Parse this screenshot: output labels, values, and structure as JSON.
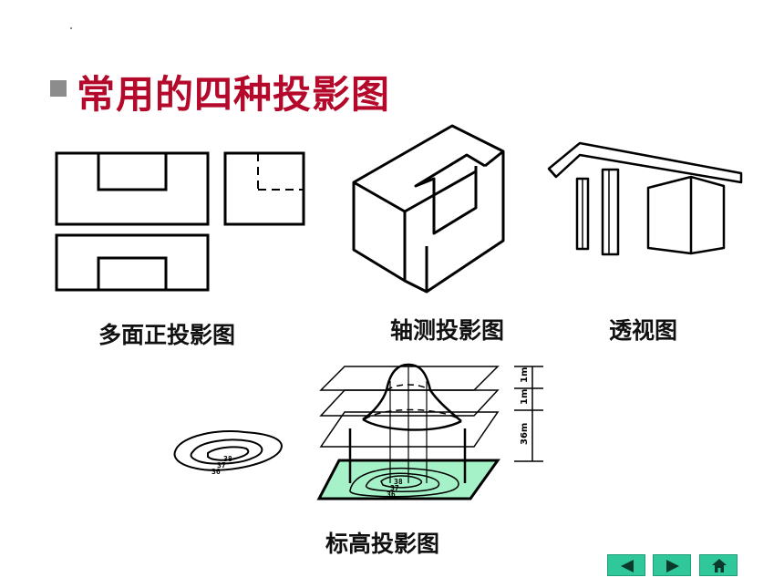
{
  "slide": {
    "title": "常用的四种投影图",
    "captions": {
      "orthographic": "多面正投影图",
      "axonometric": "轴测投影图",
      "perspective": "透视图",
      "elevation": "标高投影图"
    },
    "elevation_labels": {
      "contour_high": "38",
      "contour_mid": "37",
      "contour_low": "36",
      "dim_top": "1m",
      "dim_mid": "1m",
      "dim_base": "36m"
    }
  },
  "colors": {
    "title": "#b5092c",
    "bullet": "#8c8c8c",
    "nav": "#30c79a",
    "plane_fill": "#a6f2c8"
  },
  "nav": {
    "prev_icon": "triangle-left-icon",
    "next_icon": "triangle-right-icon",
    "home_icon": "home-icon"
  }
}
